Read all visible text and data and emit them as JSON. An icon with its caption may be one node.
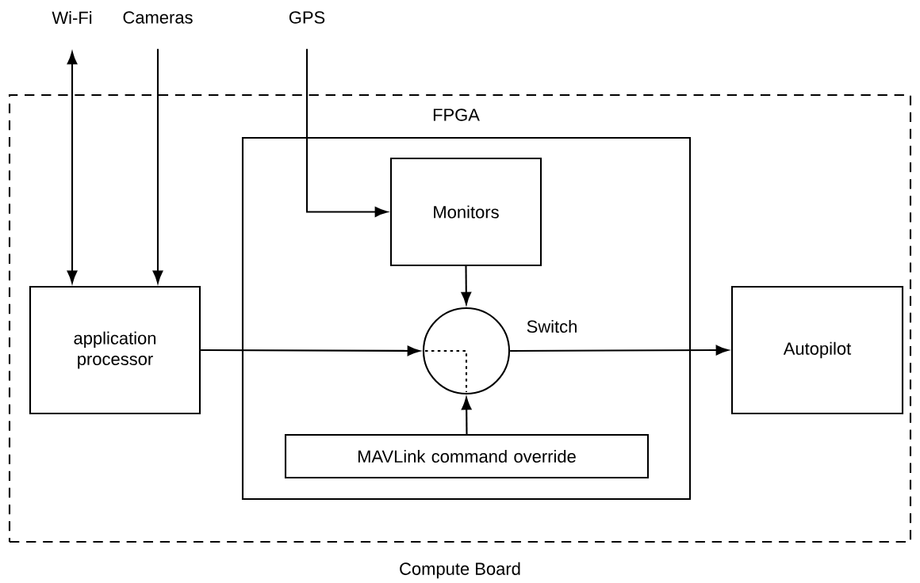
{
  "diagram": {
    "nodes": [
      {
        "text": [
          "Compute Board"
        ]
      },
      {
        "text": [
          "FPGA"
        ],
        "in": 0
      },
      {
        "text": [
          "Wi-Fi"
        ]
      },
      {
        "text": [
          "Cameras"
        ]
      },
      {
        "text": [
          "GPS"
        ]
      },
      {
        "text": [
          "application processor"
        ],
        "in": 0
      },
      {
        "text": [
          "Monitors"
        ],
        "in": 1
      },
      {
        "text": [
          "Switch"
        ],
        "in": 1
      },
      {
        "text": [
          "MAVLink command override"
        ],
        "in": 1
      },
      {
        "text": [
          "Autopilot"
        ],
        "in": 0
      }
    ],
    "edges": [
      {
        "from": 2,
        "to": 5,
        "arrow": "both"
      },
      {
        "from": 3,
        "to": 5,
        "arrow": "to"
      },
      {
        "from": 4,
        "to": 6,
        "arrow": "to"
      },
      {
        "from": 6,
        "to": 7,
        "arrow": "to"
      },
      {
        "from": 5,
        "to": 7,
        "arrow": "to"
      },
      {
        "from": 7,
        "to": 9,
        "arrow": "to"
      },
      {
        "from": 8,
        "to": 7,
        "arrow": "to"
      }
    ]
  }
}
